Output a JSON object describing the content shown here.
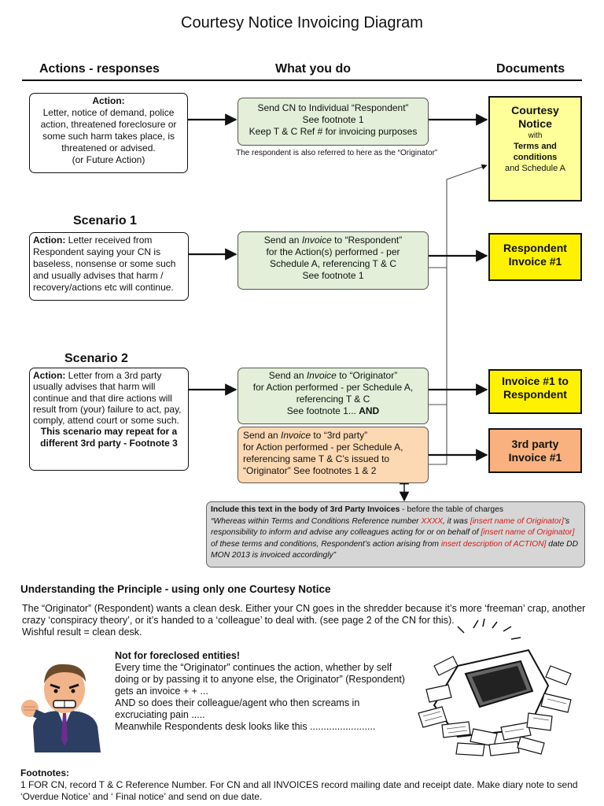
{
  "title": "Courtesy Notice Invoicing Diagram",
  "columns": {
    "actions": "Actions - responses",
    "what": "What you do",
    "documents": "Documents"
  },
  "action_box": {
    "heading": "Action:",
    "text": "Letter, notice of demand, police action, threatened foreclosure or some such harm takes place, is threatened or advised.",
    "extra": "(or Future Action)"
  },
  "send_cn_box": {
    "line1": "Send CN to Individual “Respondent”",
    "line2": "See footnote 1",
    "line3": "Keep T & C Ref # for invoicing purposes"
  },
  "respondent_note": "The respondent is also referred to here as the “Originator”",
  "doc_courtesy": {
    "line1": "Courtesy",
    "line2": "Notice",
    "line3": "with",
    "line4": "Terms and",
    "line5": "conditions",
    "line6": "and Schedule A"
  },
  "scenario1": {
    "title": "Scenario 1",
    "action_label": "Action:",
    "action_text": " Letter received from Respondent saying your CN is baseless, nonsense or some such and usually advises that harm / recovery/actions etc will continue.",
    "todo_1": "Send an ",
    "todo_invoice": "Invoice",
    "todo_2": " to “Respondent”",
    "todo_3": "for the Action(s) performed - per",
    "todo_4": "Schedule A, referencing T & C",
    "todo_5": "See footnote 1",
    "doc": "Respondent Invoice #1"
  },
  "scenario2": {
    "title": "Scenario 2",
    "action_label": "Action:",
    "action_text": " Letter from a 3rd party usually advises that harm will continue and that dire actions will result from (your) failure to act, pay, comply, attend court or some such.",
    "repeat_note": "This scenario may repeat for a different 3rd party - Footnote 3",
    "todo_1": "Send an ",
    "todo_invoice": "Invoice",
    "todo_2": " to “Originator”",
    "todo_3": "for Action performed - per Schedule A,",
    "todo_4": "referencing T & C",
    "todo_5": "See footnote 1... ",
    "todo_and": "AND",
    "third_1": "Send an ",
    "third_invoice": "Invoice",
    "third_2": " to “3rd party”",
    "third_3": "for Action performed - per Schedule A,",
    "third_4": "referencing same T & C’s issued to",
    "third_5": "“Originator” See footnotes 1 & 2",
    "doc1": "Invoice #1 to Respondent",
    "doc2": "3rd party Invoice #1"
  },
  "include_box": {
    "bold": "Include this text in the body of 3rd Party Invoices",
    "rest": " - before the table of charges",
    "q1": "“Whereas within Terms and Conditions Reference number ",
    "q_xxxx": "XXXX",
    "q2": ", it was ",
    "q_insert1": "[insert name of Originator]",
    "q3": "’s responsibility to inform and advise any colleagues acting for or on behalf of ",
    "q_insert2": "[insert name of Originator]",
    "q4": " of these terms and conditions, Respondent’s action arising from ",
    "q_insert3": "insert description of ACTION]",
    "q5": " date DD MON 2013 is invoiced accordingly”"
  },
  "principle": {
    "heading": "Understanding the Principle - using only one Courtesy Notice",
    "para1": "The “Originator” (Respondent) wants a clean desk.  Either your CN goes in the shredder because it’s more ‘freeman’ crap, another crazy ‘conspiracy theory’, or it’s handed to a ‘colleague’ to deal with.  (see page 2 of the CN for this).",
    "para2": "Wishful result = clean desk.",
    "not_foreclosed": "Not for foreclosed entities!",
    "para3": "Every time the “Originator” continues the action, whether by self doing or by passing it to anyone else, the Originator” (Respondent) gets an invoice +  + ...",
    "para4": "AND so does their colleague/agent who then screams in excruciating pain .....",
    "para5": "Meanwhile Respondents desk looks like this  ........................"
  },
  "footnotes": {
    "heading": "Footnotes:",
    "fn1": "1   FOR CN, record T & C Reference Number. For CN and all INVOICES record mailing date and receipt date.  Make diary note to send ‘Overdue Notice’ and ‘ Final notice’ and send on due date."
  }
}
